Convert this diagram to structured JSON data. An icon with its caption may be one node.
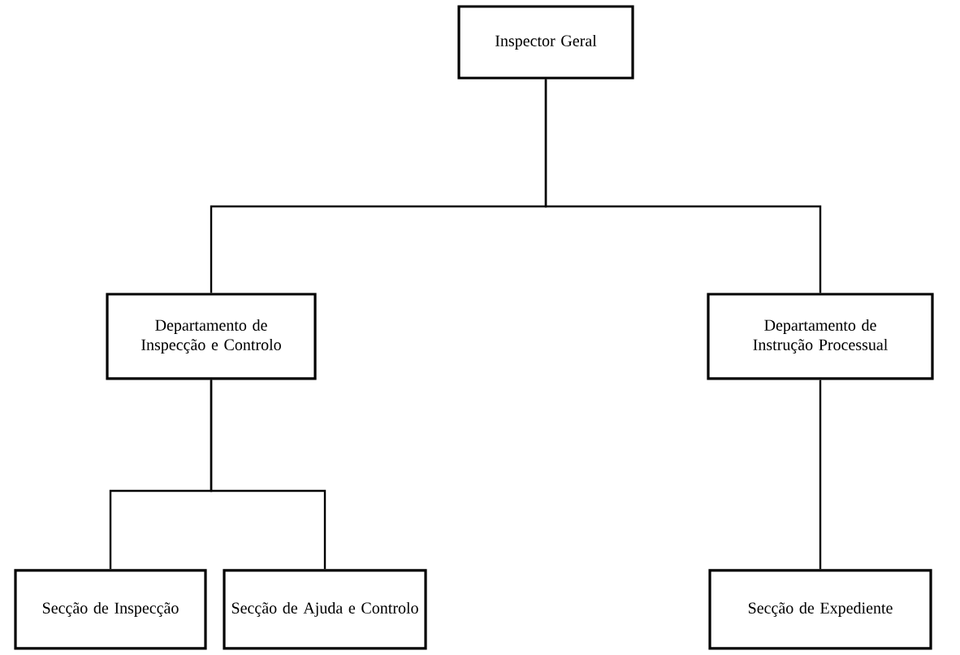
{
  "diagram": {
    "nodes": [
      {
        "text": [
          "Inspector Geral"
        ]
      },
      {
        "text": [
          "Departamento de Inspecção e Controlo"
        ]
      },
      {
        "text": [
          "Departamento de Instrução Processual"
        ]
      },
      {
        "text": [
          "Secção de Inspecção"
        ]
      },
      {
        "text": [
          "Secção de Ajuda e Controlo"
        ]
      },
      {
        "text": [
          "Secção de Expediente"
        ]
      }
    ],
    "edges": [
      {
        "from": 0,
        "to": 1,
        "arrow": "none"
      },
      {
        "from": 0,
        "to": 2,
        "arrow": "none"
      },
      {
        "from": 1,
        "to": 3,
        "arrow": "none"
      },
      {
        "from": 1,
        "to": 4,
        "arrow": "none"
      },
      {
        "from": 2,
        "to": 5,
        "arrow": "none"
      }
    ]
  }
}
